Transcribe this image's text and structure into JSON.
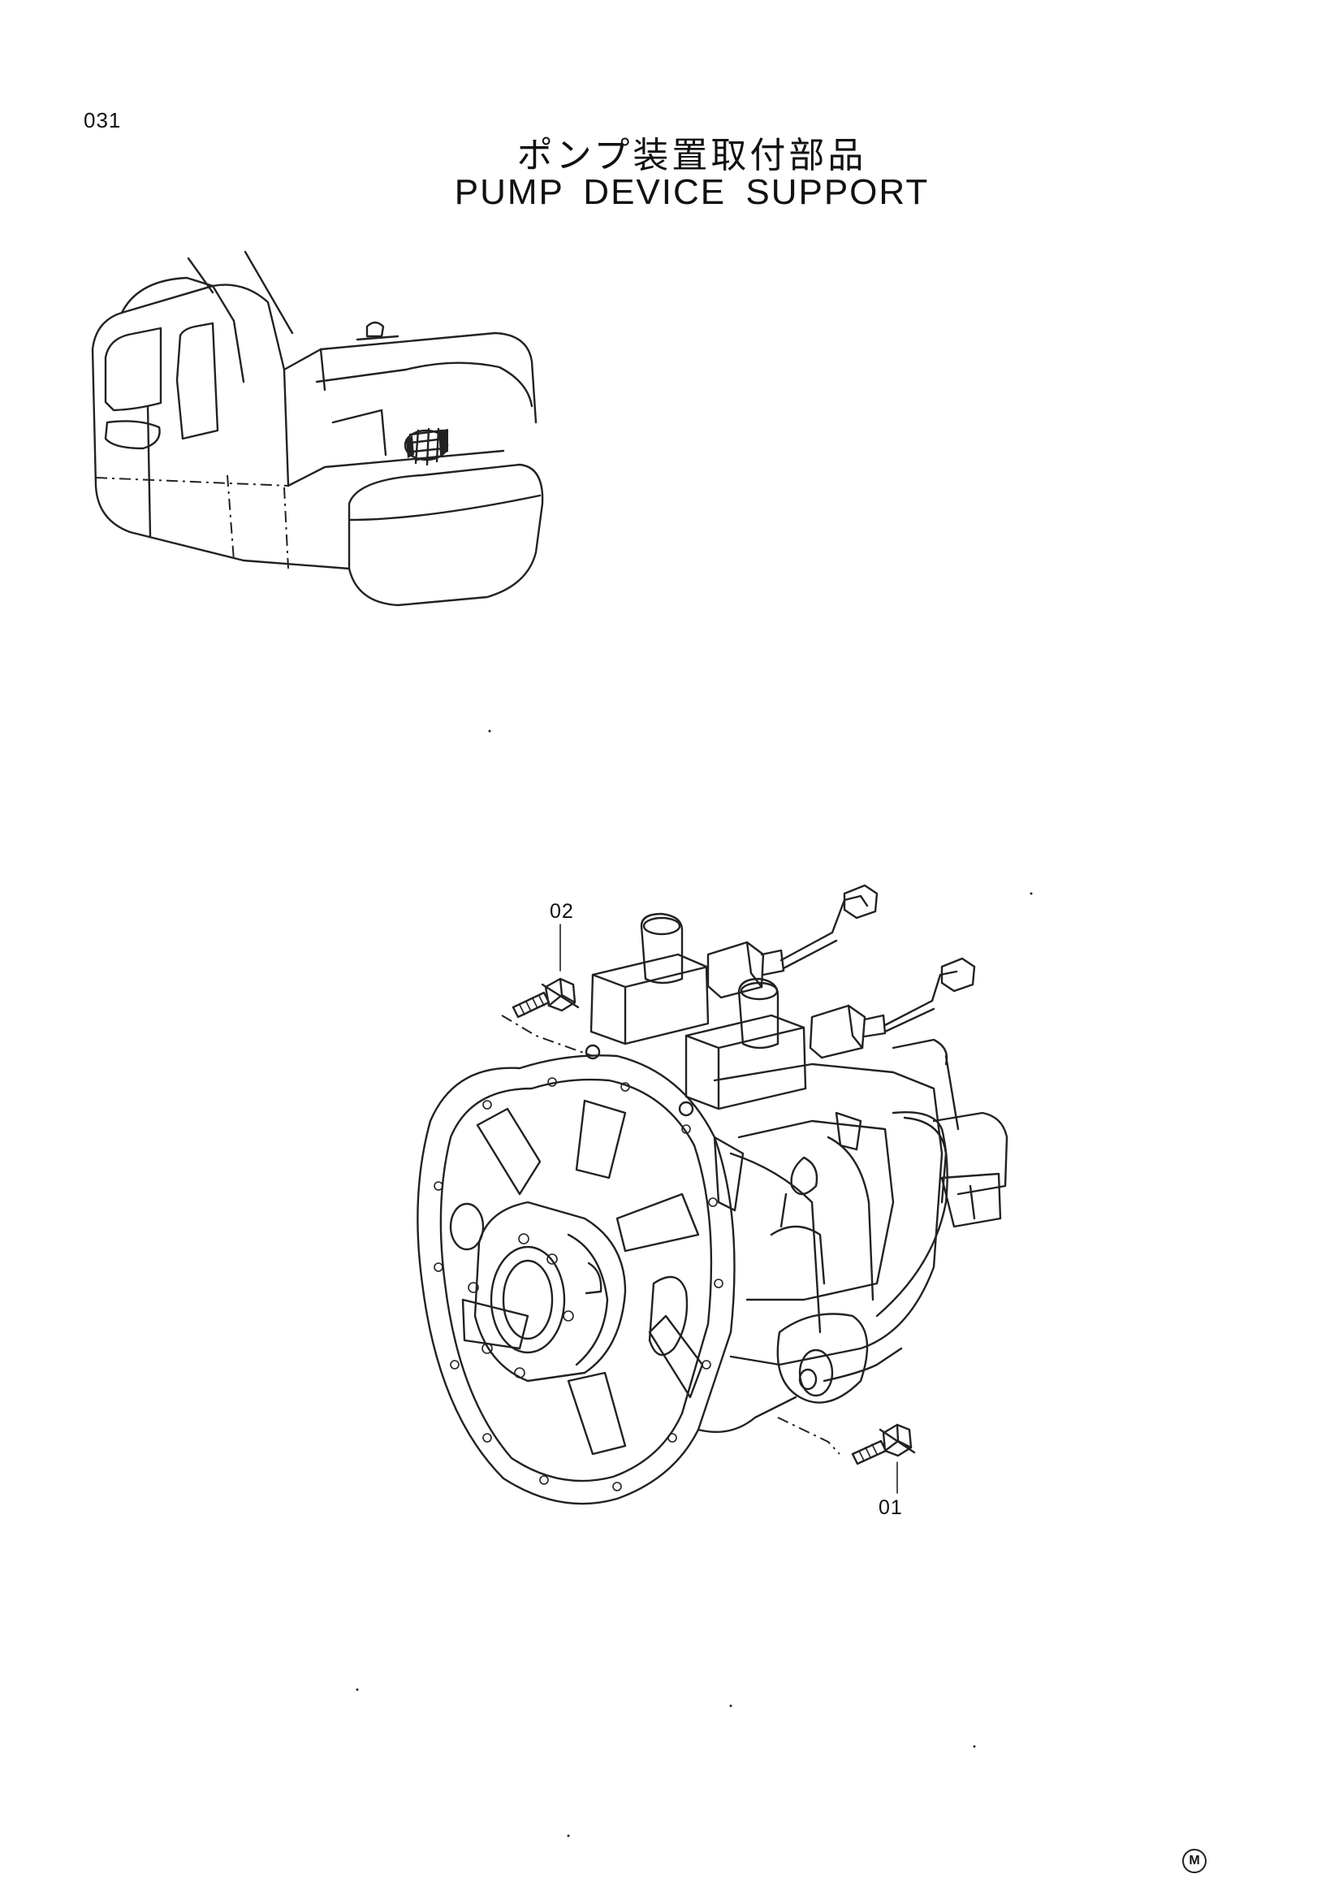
{
  "page": {
    "number": "031"
  },
  "title": {
    "japanese": "ポンプ装置取付部品",
    "english": "PUMP DEVICE SUPPORT"
  },
  "overview": {
    "machine": "excavator-upper-structure",
    "highlight": "pump-device-location"
  },
  "callouts": [
    {
      "id": "02",
      "label": "02",
      "part": "bolt"
    },
    {
      "id": "01",
      "label": "01",
      "part": "bolt"
    }
  ],
  "corner_mark": "M"
}
